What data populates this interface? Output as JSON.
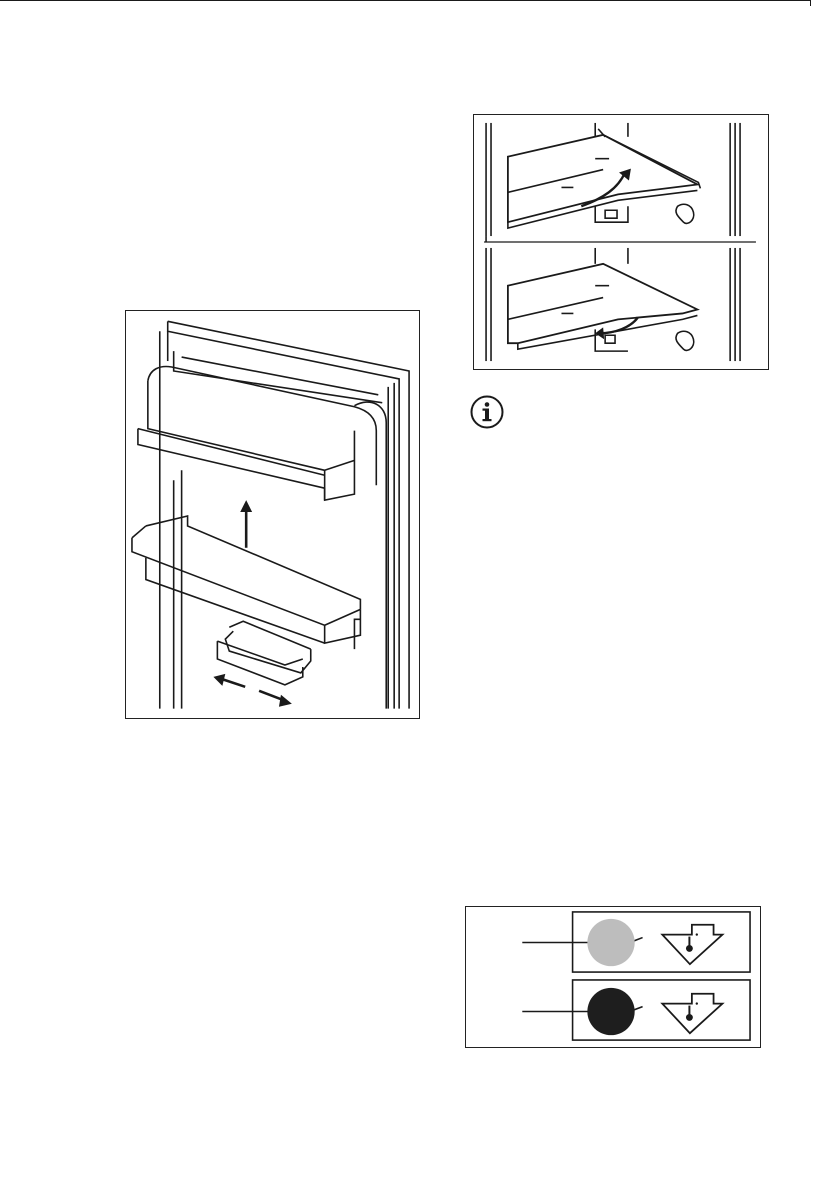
{
  "page": {
    "figures": [
      {
        "id": "door-shelf-figure",
        "description_icon": "door-balcony-removal"
      },
      {
        "id": "glass-shelf-figure",
        "description_icon": "glass-shelf-tilt"
      },
      {
        "id": "temperature-indicator-figure",
        "description_icon": "temperature-indicator"
      }
    ],
    "info_icon": "info-icon"
  },
  "colors": {
    "line": "#1a1a1a",
    "indicator_light": "#bdbdbd",
    "indicator_dark": "#1e1e1e"
  }
}
